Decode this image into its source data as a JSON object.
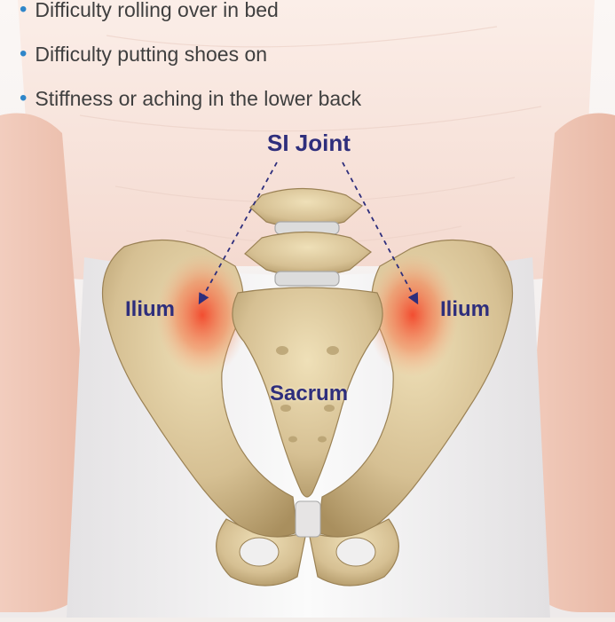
{
  "bullets": [
    "Difficulty rolling over in bed",
    "Difficulty putting shoes on",
    "Stiffness or aching in the lower back"
  ],
  "labels": {
    "si_joint": "SI Joint",
    "ilium_left": "Ilium",
    "ilium_right": "Ilium",
    "sacrum": "Sacrum"
  },
  "colors": {
    "label_text": "#2e2e7c",
    "bullet_dot": "#2f86c9",
    "pain_highlight": "#f2462a",
    "bone": "#d8c49a",
    "shirt": "#f7e4dc"
  }
}
